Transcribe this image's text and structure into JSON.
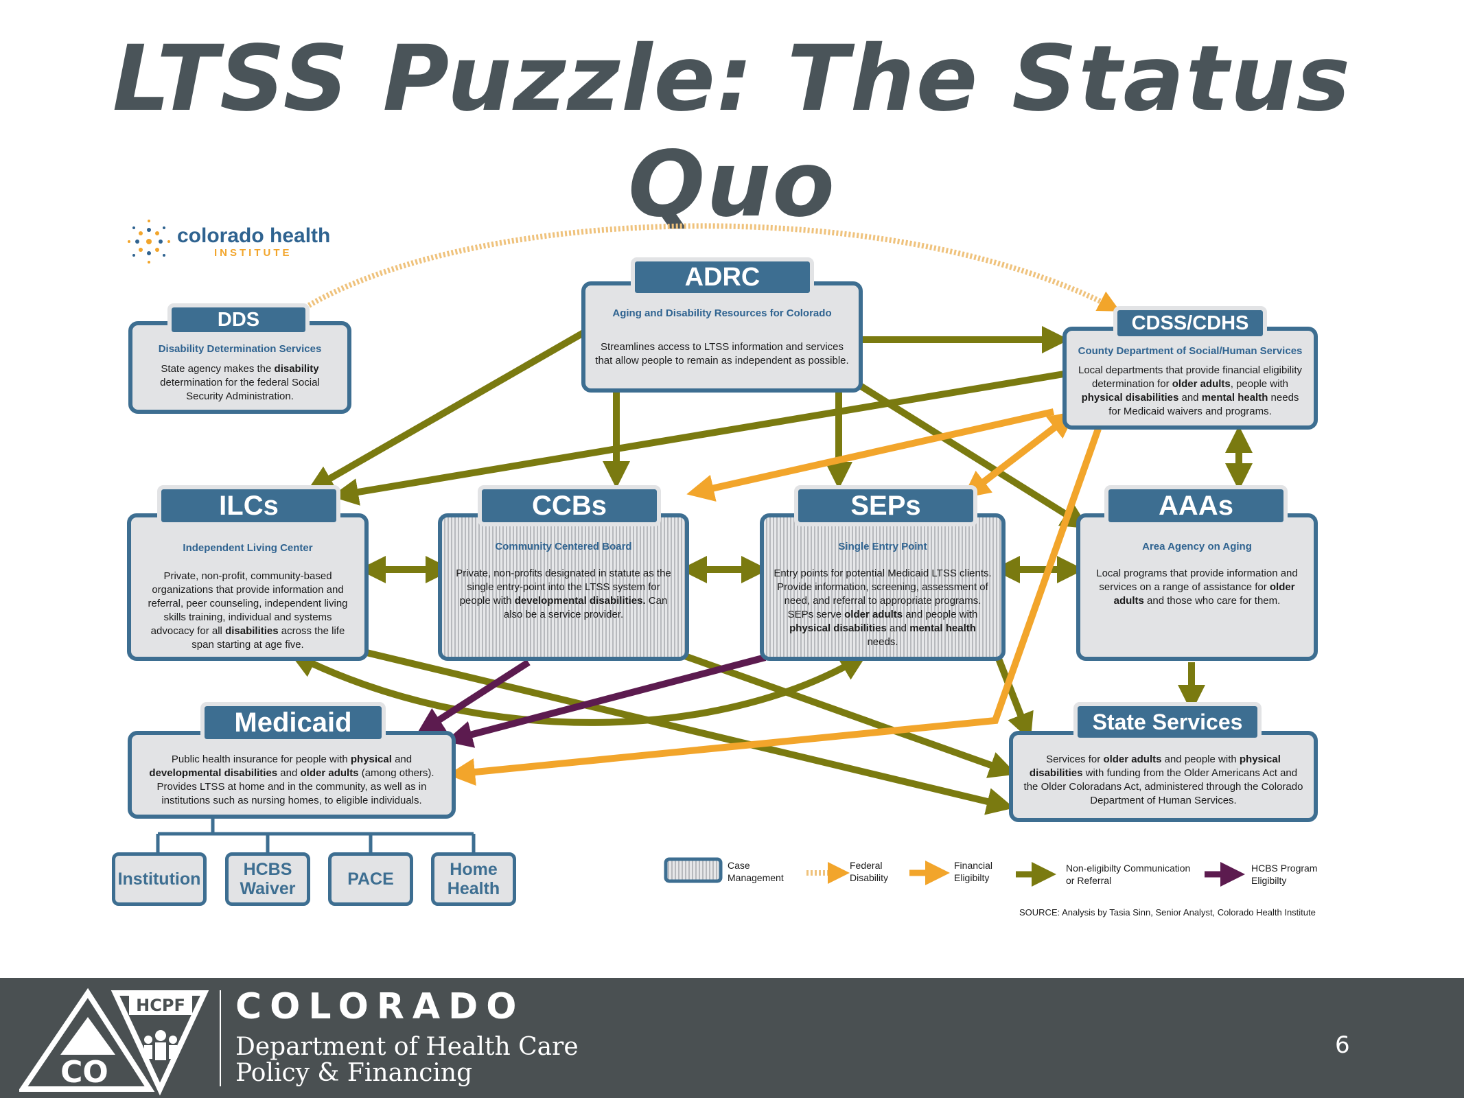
{
  "title": "LTSS Puzzle: The Status Quo",
  "logo": {
    "name": "colorado health",
    "sub": "INSTITUTE"
  },
  "nodes": {
    "adrc": {
      "title": "ADRC",
      "subtitle": "Aging and Disability Resources for Colorado",
      "desc": "Streamlines access to LTSS information and services that allow people to remain as independent as possible."
    },
    "dds": {
      "title": "DDS",
      "subtitle": "Disability Determination Services",
      "desc_html": "State agency makes the <b>disability</b> determination for the federal Social Security Administration."
    },
    "cdss": {
      "title": "CDSS/CDHS",
      "subtitle": "County Department of Social/Human Services",
      "desc_html": "Local departments that provide financial eligibility determination for <b>older adults</b>, people with <b>physical disabilities</b> and <b>mental health</b> needs for Medicaid waivers and programs."
    },
    "ilcs": {
      "title": "ILCs",
      "subtitle": "Independent Living Center",
      "desc_html": "Private, non-profit, community-based organizations that provide information and referral, peer counseling, independent living skills training, individual and systems advocacy for all <b>disabilities</b> across the life span starting at age five."
    },
    "ccbs": {
      "title": "CCBs",
      "subtitle": "Community Centered Board",
      "desc_html": "Private, non-profits designated in statute as the single entry-point into the LTSS system for people with <b>developmental disabilities.</b> Can also be a service provider."
    },
    "seps": {
      "title": "SEPs",
      "subtitle": "Single Entry Point",
      "desc_html": "Entry points for potential Medicaid LTSS clients. Provide information, screening, assessment of need, and referral to appropriate programs. SEPs serve <b>older adults</b> and people with <b>physical disabilities</b> and <b>mental health</b> needs."
    },
    "aaas": {
      "title": "AAAs",
      "subtitle": "Area Agency on Aging",
      "desc_html": "Local programs that provide information and services on a range of assistance for <b>older adults</b> and those who care for them."
    },
    "medicaid": {
      "title": "Medicaid",
      "desc_html": "Public health insurance for people with <b>physical</b> and <b>developmental disabilities</b> and <b>older adults</b> (among others). Provides LTSS at home and in the community, as well as in institutions such as nursing homes, to eligible individuals."
    },
    "state": {
      "title": "State Services",
      "desc_html": "Services for <b>older adults</b> and people with <b>physical disabilities</b> with funding from the Older Americans Act and the Older Coloradans Act, administered through the Colorado Department of Human Services."
    }
  },
  "programs": [
    "Institution",
    "HCBS Waiver",
    "PACE",
    "Home Health"
  ],
  "legend": {
    "case_management": "Case Management",
    "federal": "Federal Disability",
    "financial": "Financial Eligibilty",
    "nonelig": "Non-eligibilty Communication or Referral",
    "hcbs": "HCBS Program Eligibilty"
  },
  "source": "SOURCE: Analysis by Tasia Sinn, Senior Analyst, Colorado Health Institute",
  "colors": {
    "box_border": "#3d6e91",
    "referral": "#7a7a10",
    "financial": "#f2a52b",
    "hcbs": "#5c1b4f",
    "footer": "#4a5052"
  },
  "footer": {
    "badge": "HCPF",
    "badge_initials": "CO",
    "state": "COLORADO",
    "dept_line1": "Department of Health Care",
    "dept_line2": "Policy & Financing",
    "page_number": "6"
  }
}
